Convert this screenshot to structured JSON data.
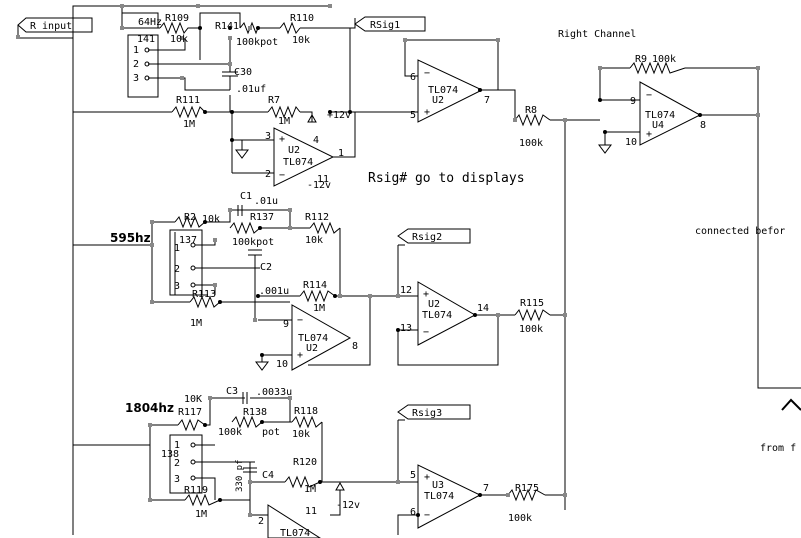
{
  "labels": {
    "r_input": "R input",
    "rsig1": "RSig1",
    "rsig2": "Rsig2",
    "rsig3": "Rsig3",
    "right_channel": "Right Channel",
    "rsig_note": "Rsig# go to displays",
    "connected": "connected befor",
    "from": "from f",
    "freq1": "64Hz",
    "freq2": "595hz",
    "freq3": "1804hz"
  },
  "components": {
    "r109": "R109",
    "r109_val": "10k",
    "r141": "R141",
    "r141_val": "100kpot",
    "r110": "R110",
    "r110_val": "10k",
    "sw141": "141",
    "c30": "C30",
    "c30_val": ".01uf",
    "r111": "R111",
    "r111_val": "1M",
    "r7": "R7",
    "r7_val": "1M",
    "plus12": "+12v",
    "minus12_top": "-12v",
    "u2a_name": "TL074",
    "u2a_ref": "U2",
    "u2b_name": "TL074",
    "u2b_ref": "U2",
    "u4_name": "TL074",
    "u4_ref": "U4",
    "r8": "R8",
    "r8_val": "100k",
    "r9": "R9",
    "r9_val": "100k",
    "c1": "C1",
    "c1_val": ".01u",
    "r2": "R2",
    "r2_val": "10k",
    "r137": "R137",
    "r137_val": "100kpot",
    "r112": "R112",
    "r112_val": "10k",
    "sw137": "137",
    "c2": "C2",
    "c2_val": ".001u",
    "r113": "R113",
    "r113_val": "1M",
    "r114": "R114",
    "r114_val": "1M",
    "u2c_name": "TL074",
    "u2c_ref": "U2",
    "u2d_name": "TL074",
    "u2d_ref": "U2",
    "r115": "R115",
    "r115_val": "100k",
    "c3": "C3",
    "c3_val": ".0033u",
    "r117": "R117",
    "r117_val": "10K",
    "r138": "R138",
    "r138_val": "100k",
    "r138_pot": "pot",
    "r118": "R118",
    "r118_val": "10k",
    "sw138": "138",
    "c4": "C4",
    "c4_val": "330 pf",
    "r119": "R119",
    "r119_val": "1M",
    "r120": "R120",
    "r120_val": "1M",
    "minus12_bot": "-12v",
    "u3a_name": "TL074",
    "u3a_ref": "U3",
    "u3b_name": "TL074",
    "r175": "R175",
    "r175_val": "100k"
  },
  "pins": {
    "p1": "1",
    "p2": "2",
    "p3": "3",
    "p4": "4",
    "p5": "5",
    "p6": "6",
    "p7": "7",
    "p8": "8",
    "p9": "9",
    "p10": "10",
    "p11": "11",
    "p12": "12",
    "p13": "13",
    "p14": "14"
  }
}
